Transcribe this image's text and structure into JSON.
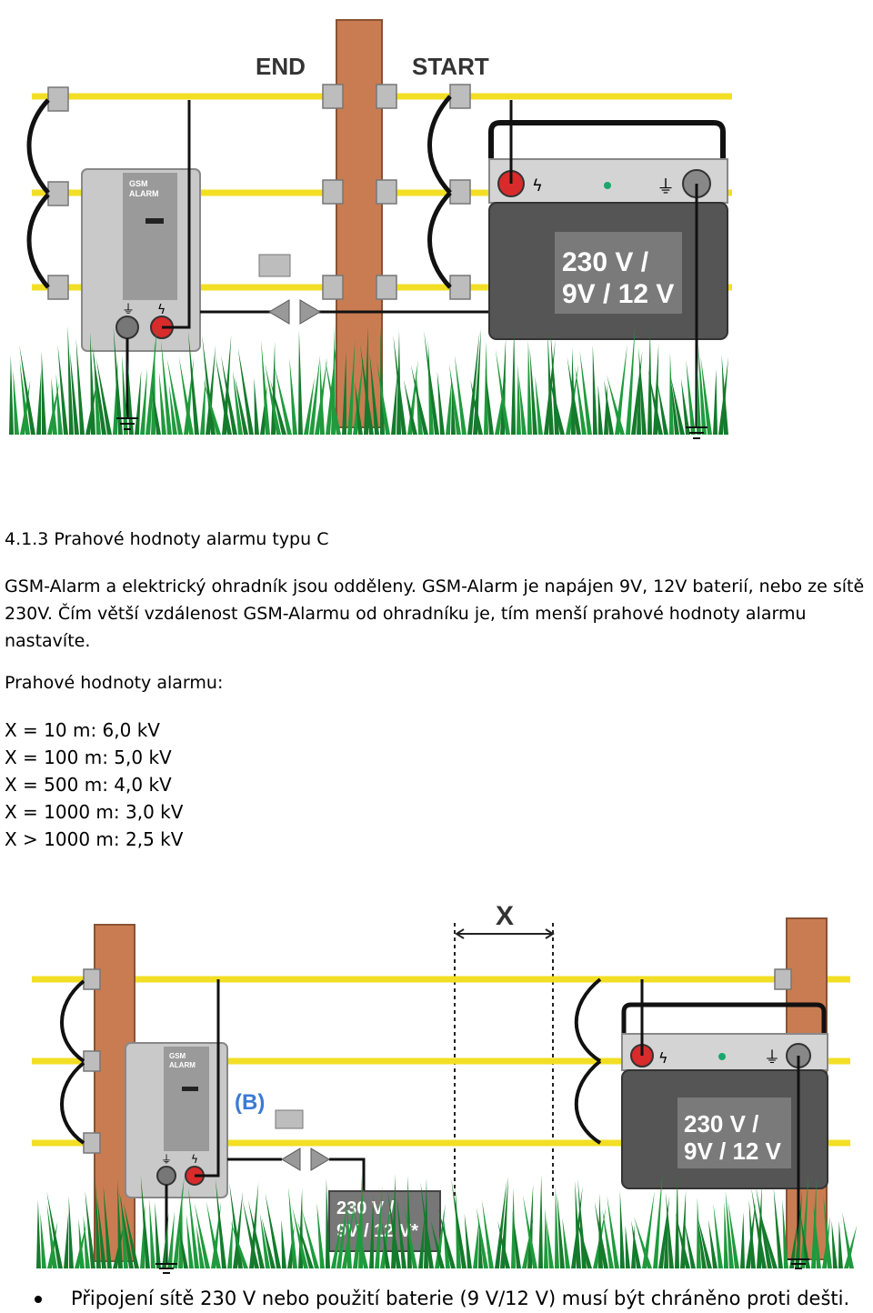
{
  "figure_top": {
    "label_end": "END",
    "label_start": "START",
    "alarm_label_line1": "GSM",
    "alarm_label_line2": "ALARM",
    "energizer_label_line1": "230 V /",
    "energizer_label_line2": "9V / 12 V"
  },
  "section": {
    "heading": "4.1.3 Prahové hodnoty alarmu typu C",
    "paragraph_line1": "GSM-Alarm a elektrický ohradník jsou odděleny. GSM-Alarm je napájen 9V, 12V  baterií, nebo ze sítě",
    "paragraph_line2": "230V. Čím větší vzdálenost GSM-Alarmu od ohradníku je, tím menší prahové hodnoty alarmu",
    "paragraph_line3": "nastavíte.",
    "thresholds_title": "Prahové hodnoty alarmu:",
    "thresholds": [
      "X = 10 m: 6,0 kV",
      "X = 100 m: 5,0 kV",
      "X = 500 m: 4,0 kV",
      "X = 1000 m: 3,0 kV",
      "X > 1000 m: 2,5 kV"
    ]
  },
  "figure_bottom": {
    "distance_label": "X",
    "b_label": "(B)",
    "alarm_label_line1": "GSM",
    "alarm_label_line2": "ALARM",
    "energizer_label_line1": "230 V /",
    "energizer_label_line2": "9V / 12 V",
    "power_box_line1": "230 V /",
    "power_box_line2": "9V / 12 V*"
  },
  "note": {
    "bullet_text": "Připojení sítě 230 V nebo použití baterie (9 V/12 V) musí být chráněno proti dešti."
  },
  "colors": {
    "wire": "#f2df25",
    "post": "#c97c52",
    "grass": "#1f9a3c",
    "device": "#c9c9c9",
    "energizer_face": "#555555",
    "red_terminal": "#d92b2b"
  }
}
